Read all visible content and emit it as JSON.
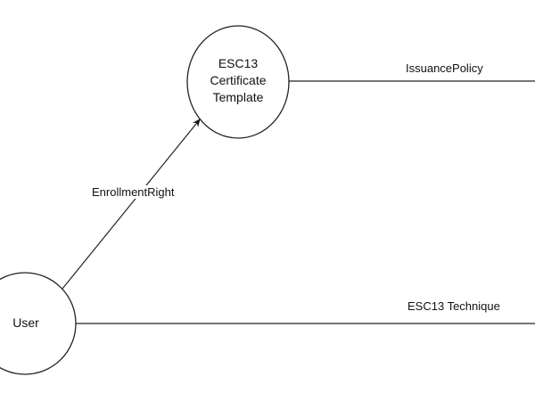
{
  "nodes": {
    "template": {
      "lines": [
        "ESC13",
        "Certificate",
        "Template"
      ]
    },
    "user": {
      "label": "User"
    }
  },
  "edges": {
    "enrollment": {
      "label": "EnrollmentRight"
    },
    "issuance": {
      "label": "IssuancePolicy"
    },
    "technique": {
      "label": "ESC13 Technique"
    }
  }
}
